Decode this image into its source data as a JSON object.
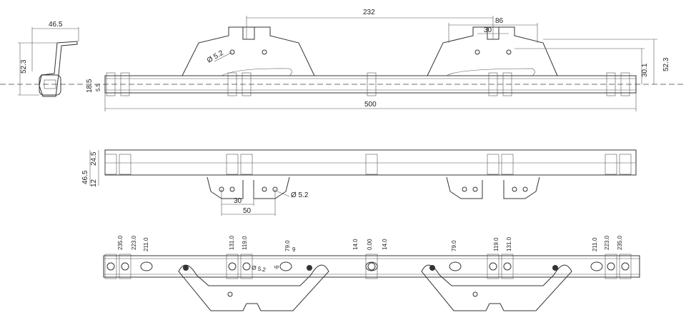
{
  "top_view": {
    "side_width": "46.5",
    "side_height": "52.3",
    "bracket_spacing": "232",
    "slot_width": "86",
    "hole_spacing": "30",
    "hole_dia": "Ø 5.2",
    "height_left_a": "18.5",
    "height_left_b": "5.5",
    "height_right_a": "30.1",
    "height_right_b": "52.3",
    "length": "500"
  },
  "front_view": {
    "height_a": "24.5",
    "height_total": "46.5",
    "height_b": "12",
    "hole_spacing_a": "30",
    "hole_spacing_b": "50",
    "hole_dia": "Ø 5.2"
  },
  "bottom_view": {
    "labels_left": [
      "235.0",
      "223.0",
      "211.0"
    ],
    "labels_mid_left": [
      "131.0",
      "119.0"
    ],
    "slot_labels": [
      "79.0",
      "9",
      "6"
    ],
    "hole_dia": "Ø 5.2",
    "labels_center": [
      "14.0",
      "0.00",
      "14.0"
    ],
    "label_mid_right": "79.0",
    "labels_mid_right": [
      "119.0",
      "131.0"
    ],
    "labels_right": [
      "211.0",
      "223.0",
      "235.0"
    ]
  },
  "colors": {
    "line": "#333333",
    "background": "#ffffff"
  }
}
